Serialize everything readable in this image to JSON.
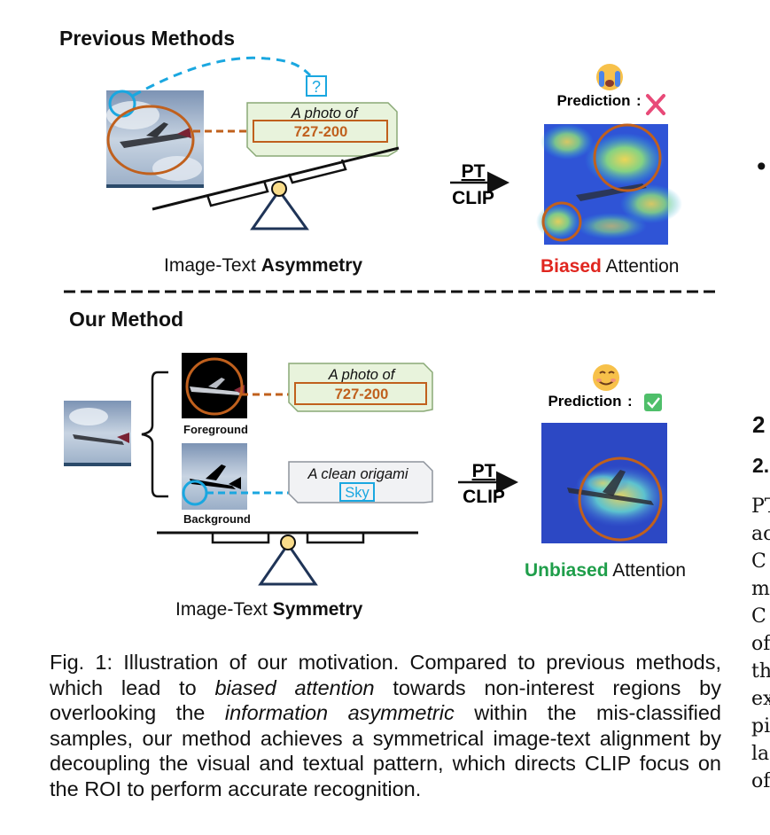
{
  "top": {
    "heading": "Previous Methods",
    "prompt_line": "A photo of",
    "class_name": "727-200",
    "question_mark": "?",
    "arrow_top": "PT",
    "arrow_bottom": "CLIP",
    "prediction_label": "Prediction",
    "prediction_sep": ":",
    "balance_prefix": "Image-Text ",
    "balance_bold": "Asymmetry",
    "attention_word": "Biased",
    "attention_rest": " Attention",
    "result_icon": "cross-icon",
    "emoji": "crying-face-icon"
  },
  "bottom": {
    "heading": "Our Method",
    "prompt_line": "A photo of",
    "class_name": "727-200",
    "bg_prompt_line": "A clean origami",
    "bg_class": "Sky",
    "fg_label": "Foreground",
    "bg_label": "Background",
    "arrow_top": "PT",
    "arrow_bottom": "CLIP",
    "prediction_label": "Prediction",
    "prediction_sep": ":",
    "balance_prefix": "Image-Text ",
    "balance_bold": "Symmetry",
    "attention_word": "Unbiased",
    "attention_rest": " Attention",
    "result_icon": "check-icon",
    "emoji": "smiling-face-icon"
  },
  "caption": {
    "prefix": "Fig. 1: Illustration of our motivation. Compared to previous methods, which lead to ",
    "em1": "biased attention",
    "mid1": " towards non-interest regions by overlooking the ",
    "em2": "information asymmetric",
    "rest": " within the mis-classified samples, our method achieves a symmetrical image-text alignment by decoupling the visual and textual pattern, which directs CLIP focus on the ROI to perform accurate recognition."
  },
  "right_column": {
    "bullet": "•",
    "section_num": "2",
    "subsection_num": "2.",
    "lines": [
      "PT",
      "ac",
      "C",
      "m",
      "C",
      "of",
      "th",
      "ex",
      "pi",
      "la",
      "of"
    ]
  },
  "colors": {
    "orange": "#c0601d",
    "cyan": "#1aa7e0",
    "red": "#e0261f",
    "green": "#1f9e4a",
    "navy": "#1f3457",
    "prompt_green_bg": "#e8f3dc",
    "prompt_gray_bg": "#f1f2f4"
  }
}
